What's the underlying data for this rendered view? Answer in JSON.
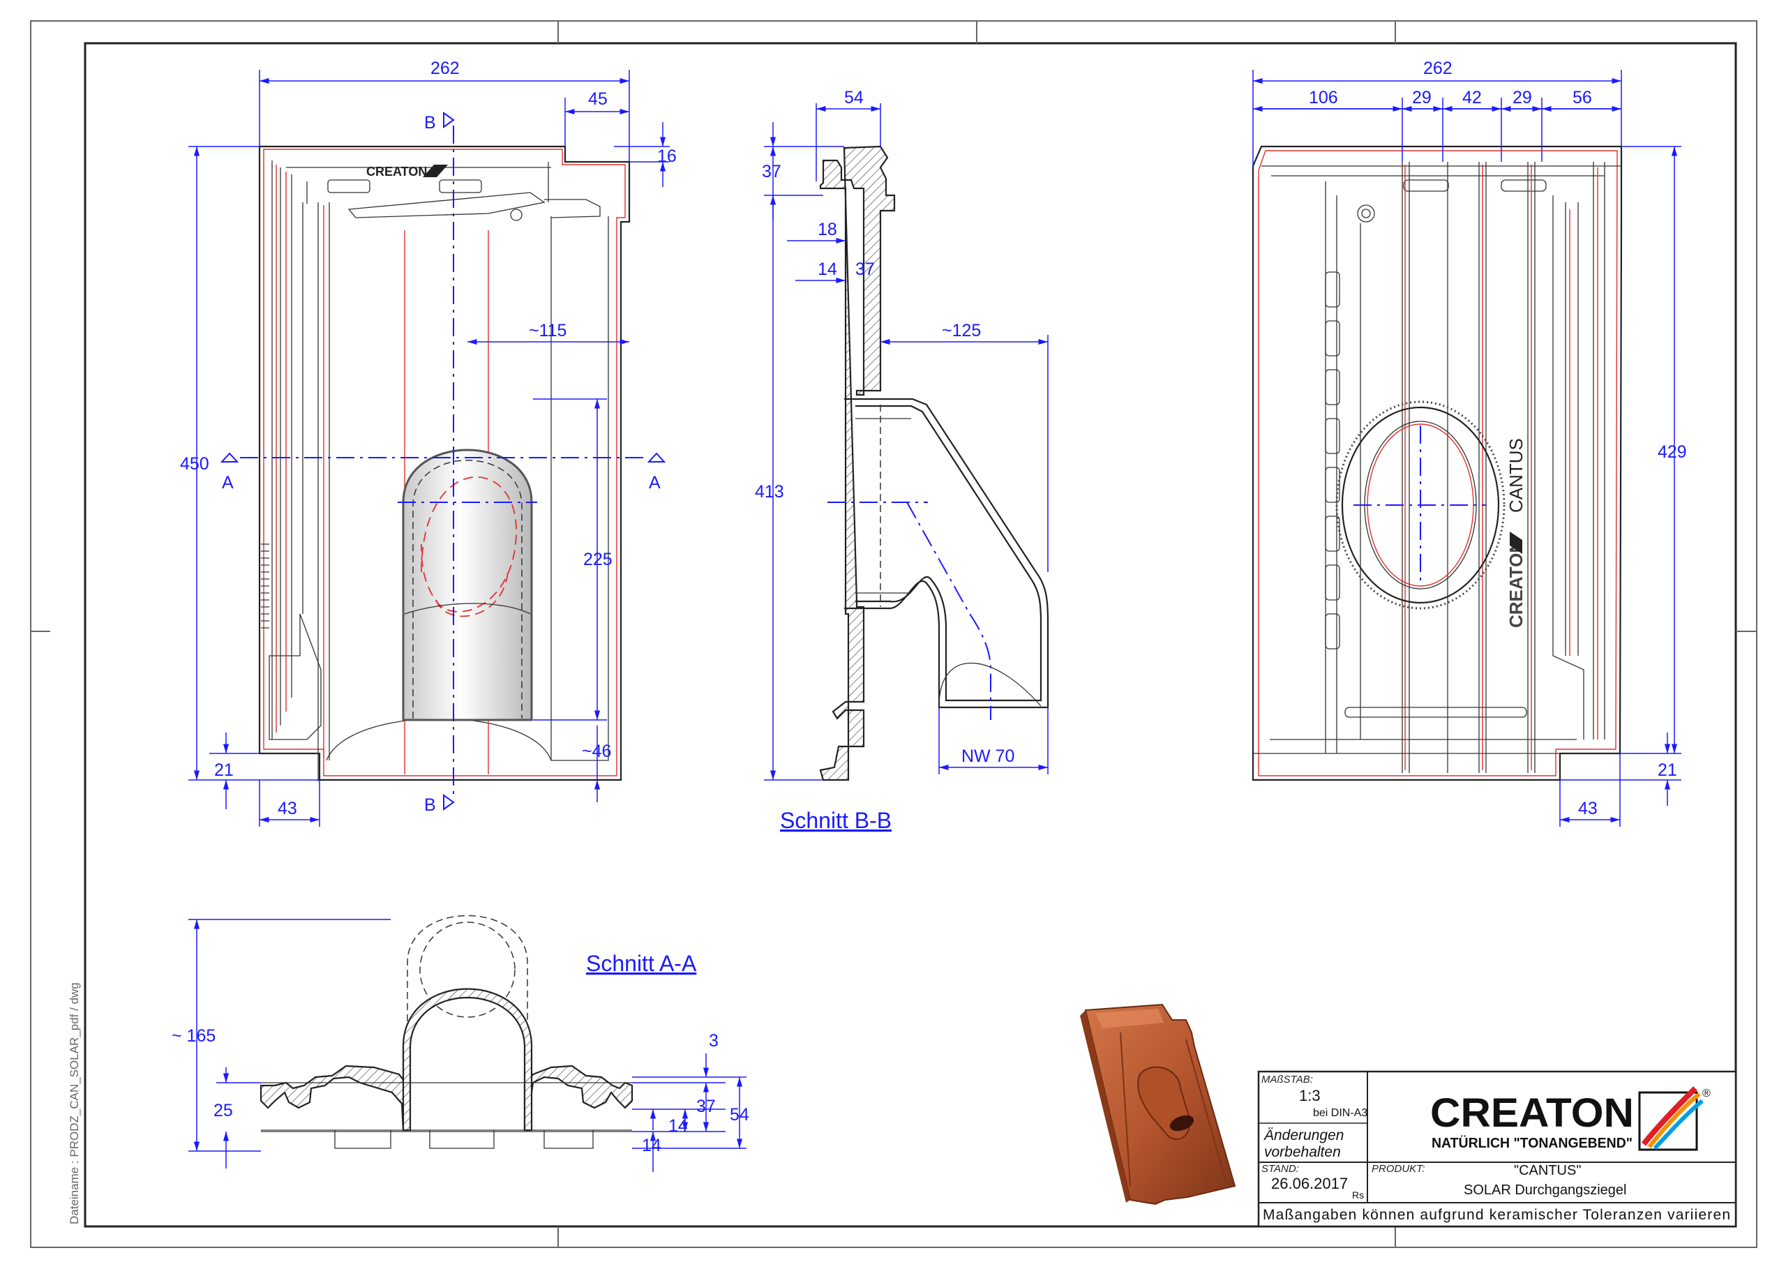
{
  "front_view": {
    "width_total": "262",
    "width_right": "45",
    "top_offset": "16",
    "height_total": "450",
    "hole_offset_x": "~115",
    "hole_height": "225",
    "hole_bottom": "~46",
    "bottom_left": "21",
    "foot_width": "43",
    "section_a_marker": "A",
    "section_b_marker": "B"
  },
  "section_bb": {
    "title": "Schnitt B-B",
    "top_width": "54",
    "top_height": "37",
    "dim_18": "18",
    "dim_14": "14",
    "dim_37": "37",
    "total_height": "413",
    "nozzle_offset": "~125",
    "nozzle_diameter": "NW 70"
  },
  "rear_view": {
    "width_total": "262",
    "seg_1": "106",
    "seg_2": "29",
    "seg_3": "42",
    "seg_4": "29",
    "seg_5": "56",
    "height": "429",
    "bottom_right": "21",
    "foot_width": "43",
    "embossed_brand": "CREATON",
    "embossed_model": "CANTUS"
  },
  "section_aa": {
    "title": "Schnitt A-A",
    "height": "~ 165",
    "dim_25": "25",
    "dim_3": "3",
    "dim_37": "37",
    "dim_54": "54",
    "dim_14a": "14",
    "dim_14b": "14"
  },
  "title_block": {
    "scale_label": "MAßSTAB:",
    "scale_value": "1:3",
    "scale_note": "bei DIN-A3",
    "changes_line1": "Änderungen",
    "changes_line2": "vorbehalten",
    "date_label": "STAND:",
    "date_value": "26.06.2017",
    "author": "Rs",
    "product_label": "PRODUKT:",
    "product_name": "\"CANTUS\"",
    "product_desc": "SOLAR Durchgangsziegel",
    "brand": "CREATON",
    "slogan": "NATÜRLICH \"TONANGEBEND\"",
    "registered": "®",
    "footer_note": "Maßangaben können aufgrund keramischer Toleranzen variieren"
  },
  "file_name": "Dateiname : PRODZ_CAN_SOLAR_pdf / dwg",
  "colors": {
    "dimension": "#1a1aff",
    "contour_red": "#e23030",
    "tile_clay": "#b5562f"
  }
}
